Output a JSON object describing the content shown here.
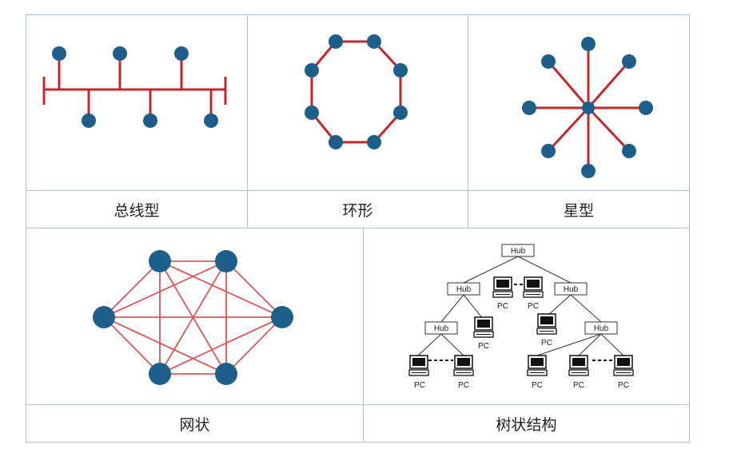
{
  "captions": {
    "bus": "总线型",
    "ring": "环形",
    "star": "星型",
    "mesh": "网状",
    "tree": "树状结构"
  },
  "tree": {
    "hub_label": "Hub",
    "pc_label": "PC"
  },
  "colors": {
    "bus_line": "#c0282d",
    "node": "#1d5e8a",
    "mesh_line": "#d9595b",
    "border": "#a9c4e2"
  },
  "icons": {
    "computer": "pc-icon"
  }
}
